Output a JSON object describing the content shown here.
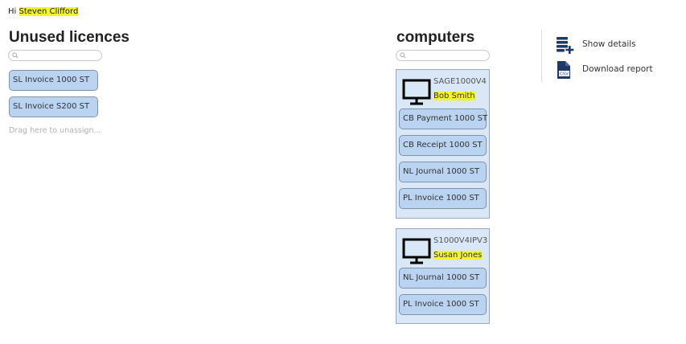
{
  "greeting": {
    "prefix": "Hi",
    "user_name": "Steven Clifford"
  },
  "unused": {
    "title": "Unused licences",
    "search_placeholder": "",
    "licences": [
      "SL Invoice 1000 ST",
      "SL Invoice S200 ST"
    ],
    "drop_hint": "Drag here to unassign..."
  },
  "computers": {
    "title": "computers",
    "search_placeholder": "",
    "items": [
      {
        "host": "SAGE1000V4",
        "user": "Bob Smith",
        "licences": [
          "CB Payment 1000 ST",
          "CB Receipt 1000 ST",
          "NL Journal 1000 ST",
          "PL Invoice 1000 ST"
        ]
      },
      {
        "host": "S1000V4IPV3",
        "user": "Susan Jones",
        "licences": [
          "NL Journal 1000 ST",
          "PL Invoice 1000 ST"
        ]
      }
    ]
  },
  "actions": {
    "show_details": "Show details",
    "download_report": "Download report",
    "csv_badge": "CSV"
  },
  "colors": {
    "highlight": "#f4f42a",
    "licence_fill": "#b9d3f1",
    "computer_fill": "#d9e7f6",
    "icon_navy": "#1f3864"
  }
}
